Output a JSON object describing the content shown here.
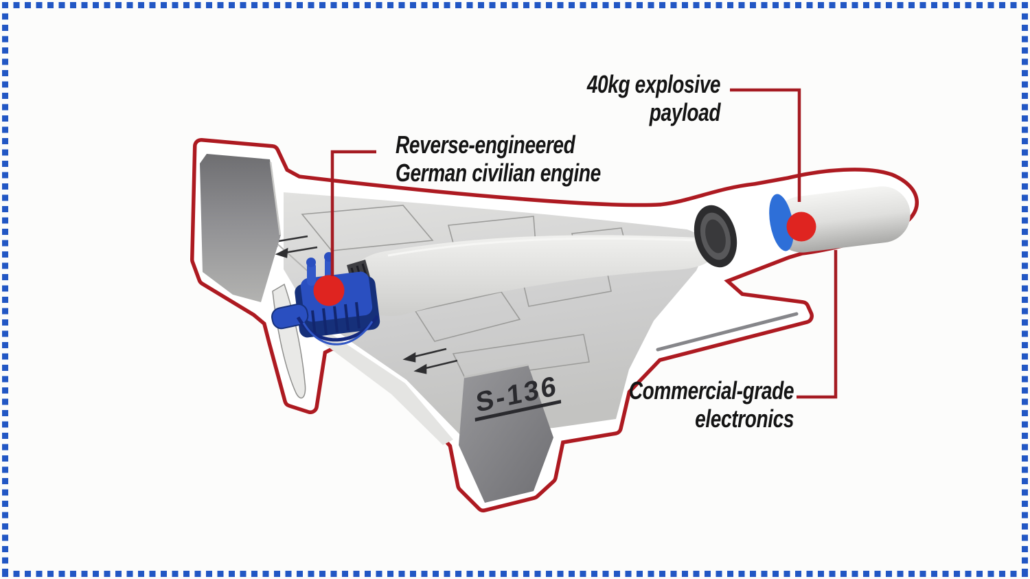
{
  "drone": {
    "marking": "S-136"
  },
  "callouts": {
    "payload": {
      "line1": "40kg explosive",
      "line2": "payload"
    },
    "engine": {
      "line1": "Reverse-engineered",
      "line2": "German civilian engine"
    },
    "electronics": {
      "line1": "Commercial-grade",
      "line2": "electronics"
    }
  },
  "colors": {
    "background": "#fcfcfb",
    "border_blue": "#2257c4",
    "outline_red": "#ad1a21",
    "callout_red": "#a51b22",
    "dot_red": "#df2420",
    "engine_blue": "#2a4fc0",
    "engine_blue_dark": "#16307a",
    "nose_disc_blue": "#2e6fd8",
    "label_black": "#141414"
  }
}
